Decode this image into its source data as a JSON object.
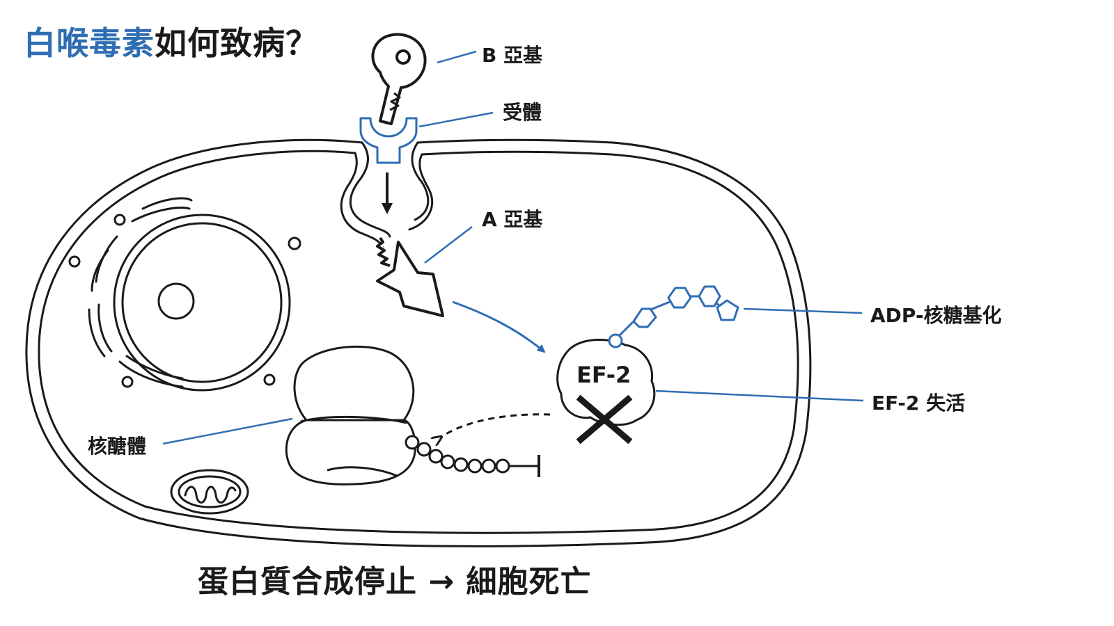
{
  "title": {
    "accent": "白喉毒素",
    "rest": "如何致病？"
  },
  "labels": {
    "b_subunit": "B 亞基",
    "receptor": "受體",
    "a_subunit": "A 亞基",
    "adp_ribosylation": "ADP-核糖基化",
    "ef2_inactivation": "EF-2 失活",
    "ribosome": "核醣體",
    "ef2": "EF-2"
  },
  "caption": "蛋白質合成停止 → 細胞死亡",
  "colors": {
    "accent_blue": "#2f6db3",
    "ink": "#1a1a1a",
    "background": "#ffffff"
  }
}
